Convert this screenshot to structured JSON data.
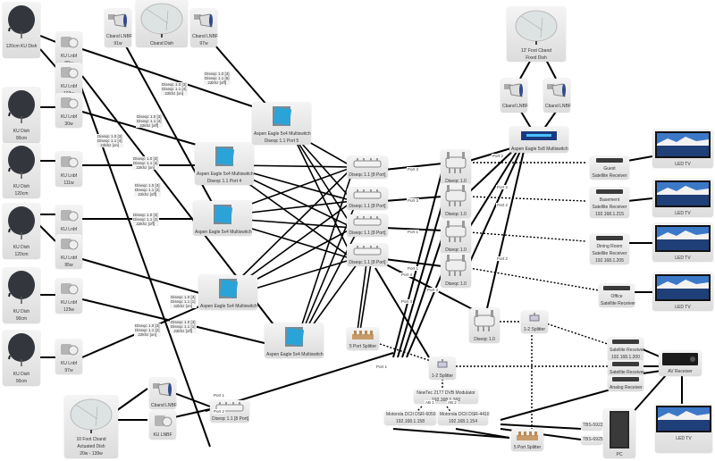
{
  "diagram": {
    "title": "Satellite distribution network",
    "nodes": {
      "dish120ku": {
        "lines": [
          "120cm KU Dish"
        ],
        "icon": "ku-dish-icon"
      },
      "lnb99": {
        "lines": [
          "KU Lnbf",
          "99w"
        ],
        "icon": "ku-lnbf-icon"
      },
      "lnb103": {
        "lines": [
          "KU Lnbf",
          "103w"
        ],
        "icon": "ku-lnbf-icon"
      },
      "cbandlnb91": {
        "lines": [
          "Cband LNBF",
          "91w"
        ],
        "icon": "cband-lnbf-icon"
      },
      "cbanddish": {
        "lines": [
          "Cband Dish"
        ],
        "icon": "cband-dish-icon"
      },
      "cbandlnb97": {
        "lines": [
          "Cband LNBF",
          "97w"
        ],
        "icon": "cband-lnbf-icon"
      },
      "dish90a": {
        "lines": [
          "KU Dish",
          "90cm"
        ],
        "icon": "ku-dish-icon"
      },
      "lnb30": {
        "lines": [
          "KU Lnbf",
          "30w"
        ],
        "icon": "ku-lnbf-icon"
      },
      "dish120b": {
        "lines": [
          "KU Dish",
          "120cm"
        ],
        "icon": "ku-dish-icon"
      },
      "lnb111": {
        "lines": [
          "KU Lnbf",
          "111w"
        ],
        "icon": "ku-lnbf-icon"
      },
      "dish120c": {
        "lines": [
          "KU Dish",
          "120cm"
        ],
        "icon": "ku-dish-icon"
      },
      "lnb87": {
        "lines": [
          "KU Lnbf",
          "87w"
        ],
        "icon": "ku-lnbf-icon"
      },
      "lnb95": {
        "lines": [
          "KU Lnbf",
          "95w"
        ],
        "icon": "ku-lnbf-icon"
      },
      "dish90b": {
        "lines": [
          "KU Dish",
          "90cm"
        ],
        "icon": "ku-dish-icon"
      },
      "lnb125": {
        "lines": [
          "KU Lnbf",
          "125w"
        ],
        "icon": "ku-lnbf-icon"
      },
      "dish90c": {
        "lines": [
          "KU Dish",
          "90cm"
        ],
        "icon": "ku-dish-icon"
      },
      "lnb97": {
        "lines": [
          "KU Lnbf",
          "97w"
        ],
        "icon": "ku-lnbf-icon"
      },
      "ms5": {
        "lines": [
          "Aspen Eagle 5x4 Multiswitch",
          "Diseqc 1.1 Port 5"
        ],
        "icon": "multiswitch-icon"
      },
      "ms4": {
        "lines": [
          "Aspen Eagle 5x4 Multiswitch",
          "Diseqc 1.1 Port 4"
        ],
        "icon": "multiswitch-icon"
      },
      "msA": {
        "lines": [
          "Aspen Eagle 5x4 Multiswitch"
        ],
        "icon": "multiswitch-icon"
      },
      "msB": {
        "lines": [
          "Aspen Eagle 5x4 Multiswitch"
        ],
        "icon": "multiswitch-icon"
      },
      "msC": {
        "lines": [
          "Aspen Eagle 5x4 Multiswitch"
        ],
        "icon": "multiswitch-icon"
      },
      "d11a": {
        "lines": [
          "Diseqc 1.1 [8 Port]"
        ],
        "icon": "diseqc-switch-icon"
      },
      "d11b": {
        "lines": [
          "Diseqc 1.1 [8 Port]"
        ],
        "icon": "diseqc-switch-icon"
      },
      "d11c": {
        "lines": [
          "Diseqc 1.1 [8 Port]"
        ],
        "icon": "diseqc-switch-icon"
      },
      "d11d": {
        "lines": [
          "Diseqc 1.1 [8 Port]"
        ],
        "icon": "diseqc-switch-icon"
      },
      "d10a": {
        "lines": [
          "Diseqc 1.0"
        ],
        "icon": "diseqc10-switch-icon"
      },
      "d10b": {
        "lines": [
          "Diseqc 1.0"
        ],
        "icon": "diseqc10-switch-icon"
      },
      "d10c": {
        "lines": [
          "Diseqc 1.0"
        ],
        "icon": "diseqc10-switch-icon"
      },
      "d10d": {
        "lines": [
          "Diseqc 1.0"
        ],
        "icon": "diseqc10-switch-icon"
      },
      "d10e": {
        "lines": [
          "Diseqc 1.0"
        ],
        "icon": "diseqc10-switch-icon"
      },
      "dish12ft": {
        "lines": [
          "12' Foot Cband",
          "Fixed Dish"
        ],
        "icon": "cband-dish-icon"
      },
      "cbl1": {
        "lines": [
          "Cband LNBF"
        ],
        "icon": "cband-lnbf-icon"
      },
      "cbl2": {
        "lines": [
          "Cband LNBF"
        ],
        "icon": "cband-lnbf-icon"
      },
      "ms5x8": {
        "lines": [
          "Aspen Eagle 5x8 Multiswitch"
        ],
        "icon": "multiswitch-5x8-icon"
      },
      "rxGuest": {
        "lines": [
          "Guest",
          "Satellite Receiver"
        ],
        "icon": "receiver-icon"
      },
      "rxBase": {
        "lines": [
          "Basement",
          "Satellite Receiver",
          "192.168.1.215"
        ],
        "icon": "receiver-icon"
      },
      "rxDining": {
        "lines": [
          "Dining Room",
          "Satellite Receiver",
          "192.168.1.205"
        ],
        "icon": "receiver-icon"
      },
      "rxOffice": {
        "lines": [
          "Office",
          "Satellite Receiver"
        ],
        "icon": "receiver-icon"
      },
      "tv1": {
        "lines": [
          "LED TV"
        ],
        "icon": "tv-icon"
      },
      "tv2": {
        "lines": [
          "LED TV"
        ],
        "icon": "tv-icon"
      },
      "tv3": {
        "lines": [
          "LED TV"
        ],
        "icon": "tv-icon"
      },
      "tv4": {
        "lines": [
          "LED TV"
        ],
        "icon": "tv-icon"
      },
      "tv5": {
        "lines": [
          "LED TV"
        ],
        "icon": "tv-icon"
      },
      "split5a": {
        "lines": [
          "5 Port Splitter"
        ],
        "icon": "splitter-5-icon"
      },
      "split5b": {
        "lines": [
          "5 Port Splitter"
        ],
        "icon": "splitter-5-icon"
      },
      "split12a": {
        "lines": [
          "1-2 Splitter"
        ],
        "icon": "splitter-2-icon"
      },
      "split12b": {
        "lines": [
          "1-2 Splitter"
        ],
        "icon": "splitter-2-icon"
      },
      "modulator": {
        "lines": [
          "NewTec 2177 DVB Modulator",
          "192.168.1.160"
        ],
        "icon": "none"
      },
      "dsr6050": {
        "lines": [
          "Motorola DCII DSR-6050",
          "192.168.1.158"
        ],
        "icon": "none"
      },
      "dsr4410": {
        "lines": [
          "Motorola DCII DSR-4410",
          "192.168.1.154"
        ],
        "icon": "none"
      },
      "rxAV1": {
        "lines": [
          "Satellite Receiver",
          "192.168.1.200"
        ],
        "icon": "receiver-icon"
      },
      "rxAV2": {
        "lines": [
          "Satellite Receiver"
        ],
        "icon": "receiver-icon"
      },
      "rxAnalog": {
        "lines": [
          "Analog Receiver"
        ],
        "icon": "receiver-icon"
      },
      "avr": {
        "lines": [
          "AV Receiver"
        ],
        "icon": "av-receiver-icon"
      },
      "pc": {
        "lines": [
          "PC"
        ],
        "icon": "pc-tower-icon"
      },
      "tbs5922": {
        "lines": [
          "TBS-5922"
        ],
        "icon": "none"
      },
      "tbs6925": {
        "lines": [
          "TBS-6925"
        ],
        "icon": "none"
      },
      "dish10ft": {
        "lines": [
          "10 Foot Cband",
          "Actuated Dish",
          "20w - 139w"
        ],
        "icon": "cband-dish-icon"
      },
      "cbandlnbB": {
        "lines": [
          "Cband LNBF"
        ],
        "icon": "cband-lnbf-icon"
      },
      "kulnbB": {
        "lines": [
          "KU LNBF"
        ],
        "icon": "ku-lnbf-icon"
      },
      "d11e": {
        "lines": [
          "Diseqc 1.1 [8 Port]"
        ],
        "icon": "diseqc-switch-icon"
      }
    },
    "edge_labels": [
      [
        "Diseqc 1.0 [3]",
        "Diseqc 1.1 [4]",
        "22khz [on]"
      ],
      [
        "Diseqc 1.0 [3]",
        "Diseqc 1.1 [5]",
        "22khz [off]"
      ],
      [
        "Diseqc 1.0 [3]",
        "Diseqc 1.1 [4]",
        "22khz [off]"
      ],
      [
        "Diseqc 1.0 [3]",
        "Diseqc 1.1 [3]",
        "22khz [on]"
      ],
      [
        "Diseqc 1.0 [3]",
        "Diseqc 1.1 [4]",
        "22khz [on]"
      ],
      [
        "Diseqc 1.0 [3]",
        "Diseqc 1.1 [2]",
        "22khz [off]"
      ],
      [
        "Diseqc 1.0 [3]",
        "Diseqc 1.1 [3]",
        "22khz [off]"
      ],
      [
        "Diseqc 1.0 [3]",
        "Diseqc 1.1 [1]",
        "22khz [on]"
      ],
      [
        "Diseqc 1.0 [3]",
        "Diseqc 1.1 [1]",
        "22khz [off]"
      ],
      [
        "Diseqc 1.0 [3]",
        "Diseqc 1.1 [2]",
        "22khz [on]"
      ]
    ],
    "port_labels": [
      "Port 1",
      "Port 2",
      "Port 3",
      "Port 4",
      "AB 1",
      "AB 2"
    ]
  }
}
